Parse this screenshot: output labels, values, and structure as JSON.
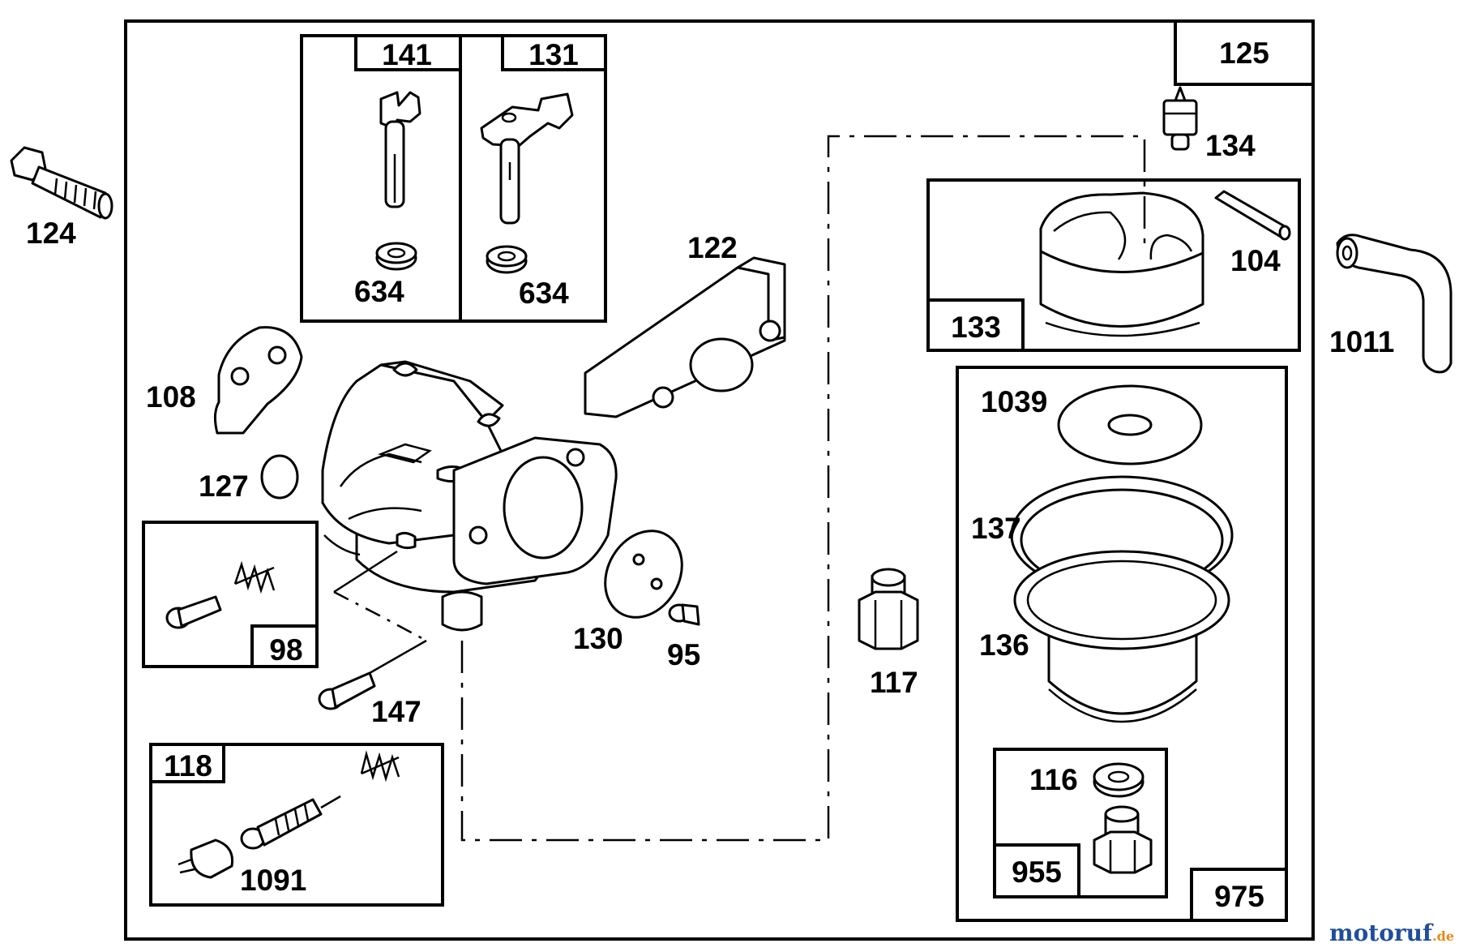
{
  "labels": {
    "p124": "124",
    "p141": "141",
    "p131": "131",
    "p634a": "634",
    "p634b": "634",
    "p125": "125",
    "p134": "134",
    "p104": "104",
    "p133": "133",
    "p1011": "1011",
    "p122": "122",
    "p108": "108",
    "p127": "127",
    "p98": "98",
    "p147": "147",
    "p130": "130",
    "p95": "95",
    "p117": "117",
    "p118": "118",
    "p1091": "1091",
    "p1039": "1039",
    "p137": "137",
    "p136": "136",
    "p116": "116",
    "p955": "955",
    "p975": "975"
  },
  "watermark": {
    "main": "motoruf",
    "suffix": ".de",
    "color_main": "#1f4e9c",
    "color_dot": "#e88a12"
  }
}
